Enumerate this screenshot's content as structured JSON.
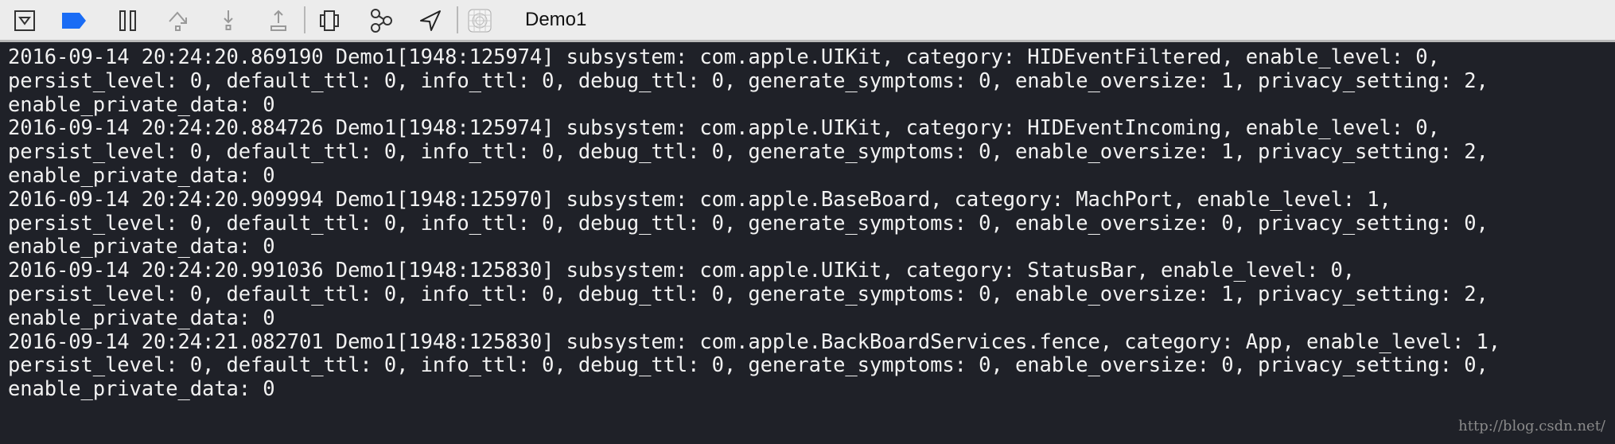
{
  "toolbar": {
    "target_name": "Demo1",
    "icons": [
      "hide-console-icon",
      "breakpoints-icon",
      "pause-icon",
      "step-over-icon",
      "step-into-icon",
      "step-out-icon",
      "view-hierarchy-icon",
      "memory-graph-icon",
      "simulate-location-icon",
      "app-icon"
    ],
    "accent": "#1a6cf5"
  },
  "console": {
    "lines": [
      "2016-09-14 20:24:20.869190 Demo1[1948:125974] subsystem: com.apple.UIKit, category: HIDEventFiltered, enable_level: 0,",
      "persist_level: 0, default_ttl: 0, info_ttl: 0, debug_ttl: 0, generate_symptoms: 0, enable_oversize: 1, privacy_setting: 2,",
      "enable_private_data: 0",
      "2016-09-14 20:24:20.884726 Demo1[1948:125974] subsystem: com.apple.UIKit, category: HIDEventIncoming, enable_level: 0,",
      "persist_level: 0, default_ttl: 0, info_ttl: 0, debug_ttl: 0, generate_symptoms: 0, enable_oversize: 1, privacy_setting: 2,",
      "enable_private_data: 0",
      "2016-09-14 20:24:20.909994 Demo1[1948:125970] subsystem: com.apple.BaseBoard, category: MachPort, enable_level: 1,",
      "persist_level: 0, default_ttl: 0, info_ttl: 0, debug_ttl: 0, generate_symptoms: 0, enable_oversize: 0, privacy_setting: 0,",
      "enable_private_data: 0",
      "2016-09-14 20:24:20.991036 Demo1[1948:125830] subsystem: com.apple.UIKit, category: StatusBar, enable_level: 0,",
      "persist_level: 0, default_ttl: 0, info_ttl: 0, debug_ttl: 0, generate_symptoms: 0, enable_oversize: 1, privacy_setting: 2,",
      "enable_private_data: 0",
      "2016-09-14 20:24:21.082701 Demo1[1948:125830] subsystem: com.apple.BackBoardServices.fence, category: App, enable_level: 1,",
      "persist_level: 0, default_ttl: 0, info_ttl: 0, debug_ttl: 0, generate_symptoms: 0, enable_oversize: 0, privacy_setting: 0,",
      "enable_private_data: 0"
    ]
  },
  "watermark": "http://blog.csdn.net/"
}
